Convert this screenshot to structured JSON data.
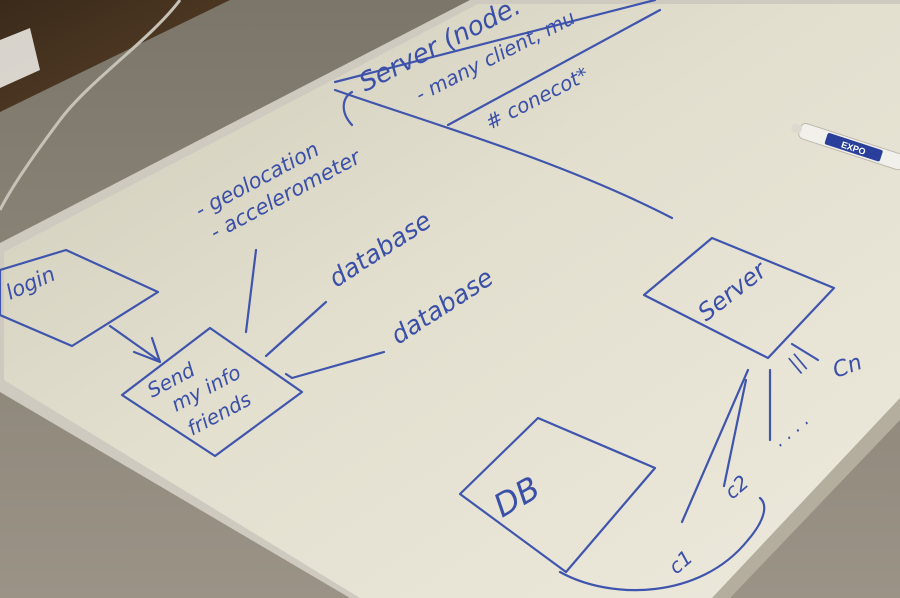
{
  "whiteboard": {
    "top_right": {
      "line1": "Server (node.",
      "line2": "- many client, mu",
      "line3": "# conecot*"
    },
    "sensors": {
      "geolocation": "- geolocation",
      "accelerometer": "- accelerometer"
    },
    "login_box": "login",
    "send_box": {
      "line1": "Send",
      "line2": "my info",
      "line3": "friends"
    },
    "database_1": "database",
    "database_2": "database",
    "server_box": "Server",
    "db_box": "DB",
    "clients": {
      "c1": "c1",
      "c2": "c2",
      "dots": "· · · ·",
      "cn": "Cn",
      "pause": "||"
    },
    "marker_label": "EXPO"
  },
  "colors": {
    "ink": "#3f55ad",
    "board": "#e6e2d2",
    "desk": "#8a8478",
    "frame": "#cfcac0"
  }
}
